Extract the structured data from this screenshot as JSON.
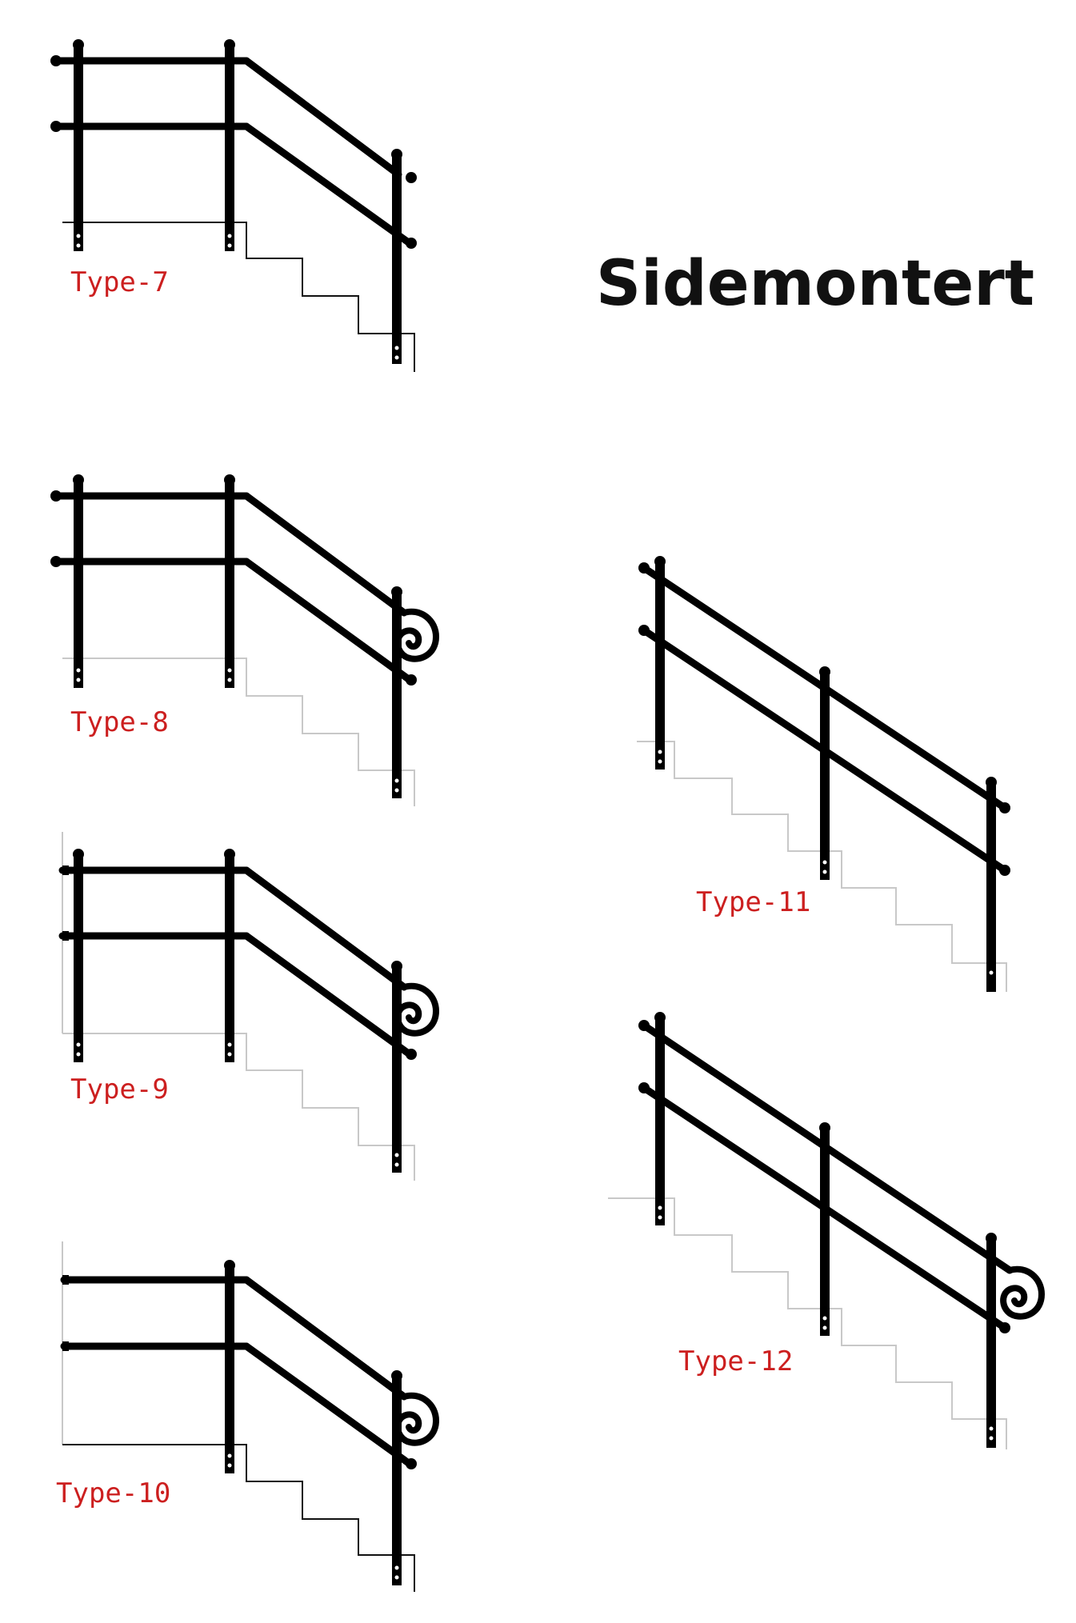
{
  "title": "Sidemontert",
  "colors": {
    "rail": "#000000",
    "stair": "#c8c8c8",
    "stair_dark": "#111111",
    "label": "#cc1f1f"
  },
  "railings": [
    {
      "id": "type-7",
      "label": "Type-7",
      "scroll_end": false
    },
    {
      "id": "type-8",
      "label": "Type-8",
      "scroll_end": true
    },
    {
      "id": "type-9",
      "label": "Type-9",
      "scroll_end": true
    },
    {
      "id": "type-10",
      "label": "Type-10",
      "scroll_end": true
    },
    {
      "id": "type-11",
      "label": "Type-11",
      "scroll_end": false
    },
    {
      "id": "type-12",
      "label": "Type-12",
      "scroll_end": true
    }
  ]
}
